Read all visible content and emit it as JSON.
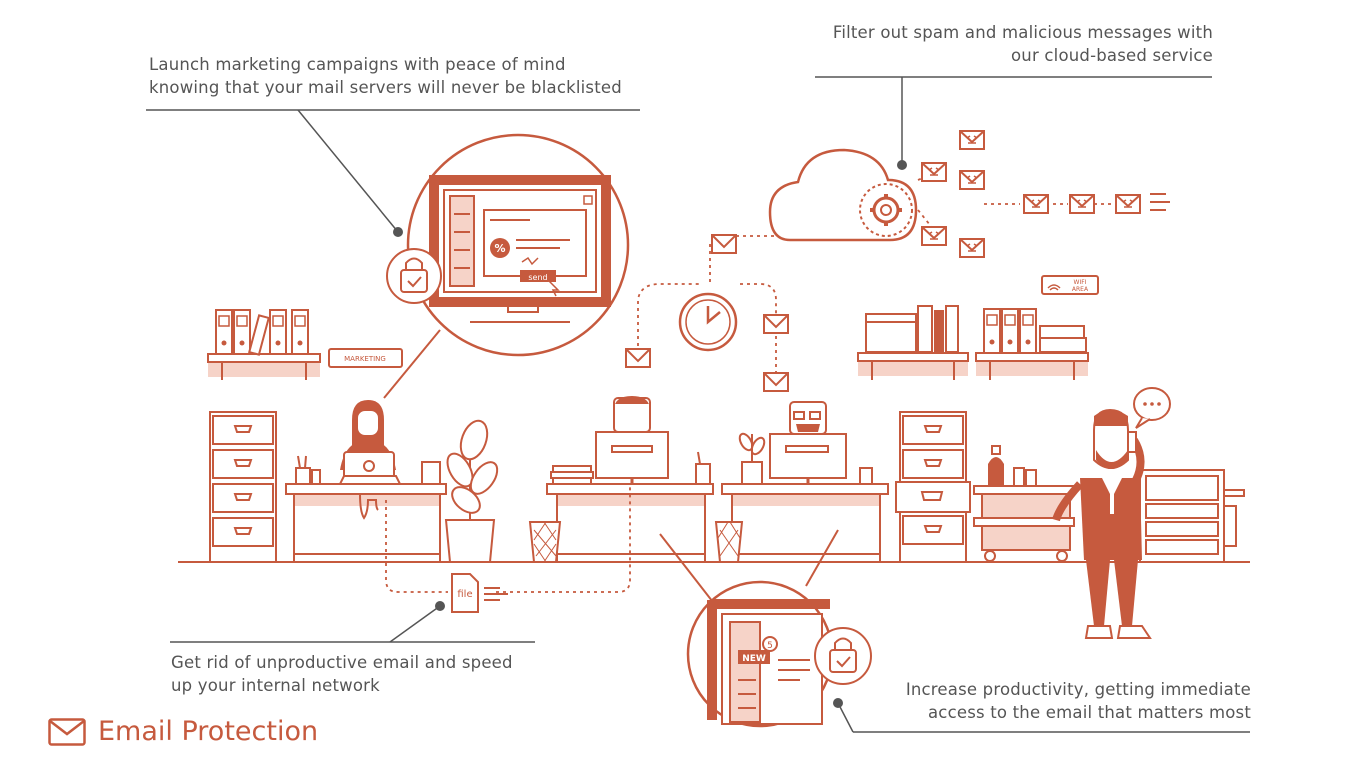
{
  "callouts": {
    "marketing": {
      "line1": "Launch marketing campaigns with peace of mind",
      "line2": "knowing that your mail servers will never be blacklisted"
    },
    "spam": {
      "line1": "Filter out spam and malicious messages with",
      "line2": "our cloud-based service"
    },
    "internal": {
      "line1": "Get rid of unproductive email and speed",
      "line2": "up your internal network"
    },
    "productivity": {
      "line1": "Increase productivity, getting immediate",
      "line2": "access to the email that matters most"
    }
  },
  "labels": {
    "marketing_sign": "MARKETING",
    "wifi_line1": "WIFI",
    "wifi_line2": "AREA",
    "send_button": "send",
    "file": "file",
    "new_badge": "NEW",
    "notification_count": "5",
    "percent": "%"
  },
  "brand": {
    "title": "Email Protection",
    "icon": "envelope-icon"
  },
  "colors": {
    "accent": "#c65a3e",
    "accent_light": "#f6d3c8",
    "text": "#555555"
  }
}
